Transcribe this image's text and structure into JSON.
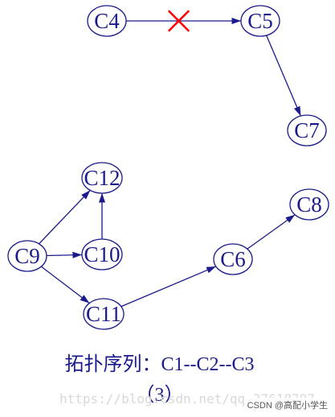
{
  "diagram": {
    "nodes": [
      {
        "id": "C4",
        "label": "C4"
      },
      {
        "id": "C5",
        "label": "C5"
      },
      {
        "id": "C7",
        "label": "C7"
      },
      {
        "id": "C12",
        "label": "C12"
      },
      {
        "id": "C8",
        "label": "C8"
      },
      {
        "id": "C9",
        "label": "C9"
      },
      {
        "id": "C10",
        "label": "C10"
      },
      {
        "id": "C6",
        "label": "C6"
      },
      {
        "id": "C11",
        "label": "C11"
      }
    ],
    "edges": [
      {
        "from": "C4",
        "to": "C5",
        "removed": true
      },
      {
        "from": "C5",
        "to": "C7"
      },
      {
        "from": "C9",
        "to": "C12"
      },
      {
        "from": "C9",
        "to": "C10"
      },
      {
        "from": "C10",
        "to": "C12"
      },
      {
        "from": "C9",
        "to": "C11"
      },
      {
        "from": "C11",
        "to": "C6"
      },
      {
        "from": "C6",
        "to": "C8"
      }
    ],
    "colors": {
      "node_stroke": "#1a1a8c",
      "edge": "#1a1a8c",
      "removed_mark": "#ff0000",
      "text": "#1a1a8c"
    }
  },
  "caption": {
    "topo_order": "拓扑序列：C1--C2--C3",
    "sub_number": "（3）"
  },
  "watermark": {
    "url": "https://blog.csdn.net/qq_37618797",
    "csdn": "CSDN @高配小学生"
  }
}
